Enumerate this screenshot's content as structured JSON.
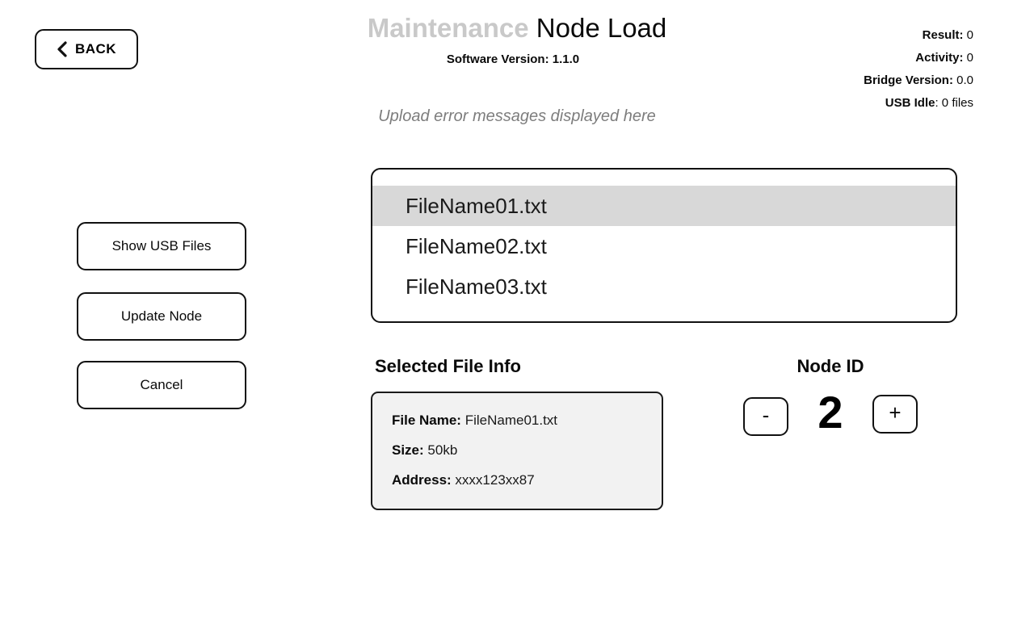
{
  "header": {
    "back_label": "BACK",
    "title_gray": "Maintenance",
    "title_black": "Node Load",
    "software_version": "Software Version: 1.1.0",
    "stats": [
      {
        "label": "Result:",
        "value": " 0"
      },
      {
        "label": "Activity:",
        "value": " 0"
      },
      {
        "label": "Bridge Version:",
        "value": " 0.0"
      },
      {
        "label": "USB Idle",
        "value": ": 0 files"
      }
    ]
  },
  "messages": {
    "upload_error_placeholder": "Upload error messages displayed here"
  },
  "file_list": {
    "items": [
      {
        "name": "FileName01.txt",
        "selected": true
      },
      {
        "name": "FileName02.txt",
        "selected": false
      },
      {
        "name": "FileName03.txt",
        "selected": false
      }
    ]
  },
  "actions": {
    "show_usb_files": "Show USB Files",
    "update_node": "Update Node",
    "cancel": "Cancel"
  },
  "selected_file_info": {
    "heading": "Selected File Info",
    "fields": [
      {
        "label": "File Name:",
        "value": " FileName01.txt"
      },
      {
        "label": "Size:",
        "value": " 50kb"
      },
      {
        "label": "Address:",
        "value": " xxxx123xx87"
      }
    ]
  },
  "node_id": {
    "heading": "Node ID",
    "decrement_label": "-",
    "value": "2",
    "increment_label": "+"
  },
  "colors": {
    "title_gray": "#c9c9c9",
    "selected_row_highlight": "#d8d8d8",
    "info_panel_background": "#f2f2f2",
    "muted_text": "#7d7d7d"
  }
}
